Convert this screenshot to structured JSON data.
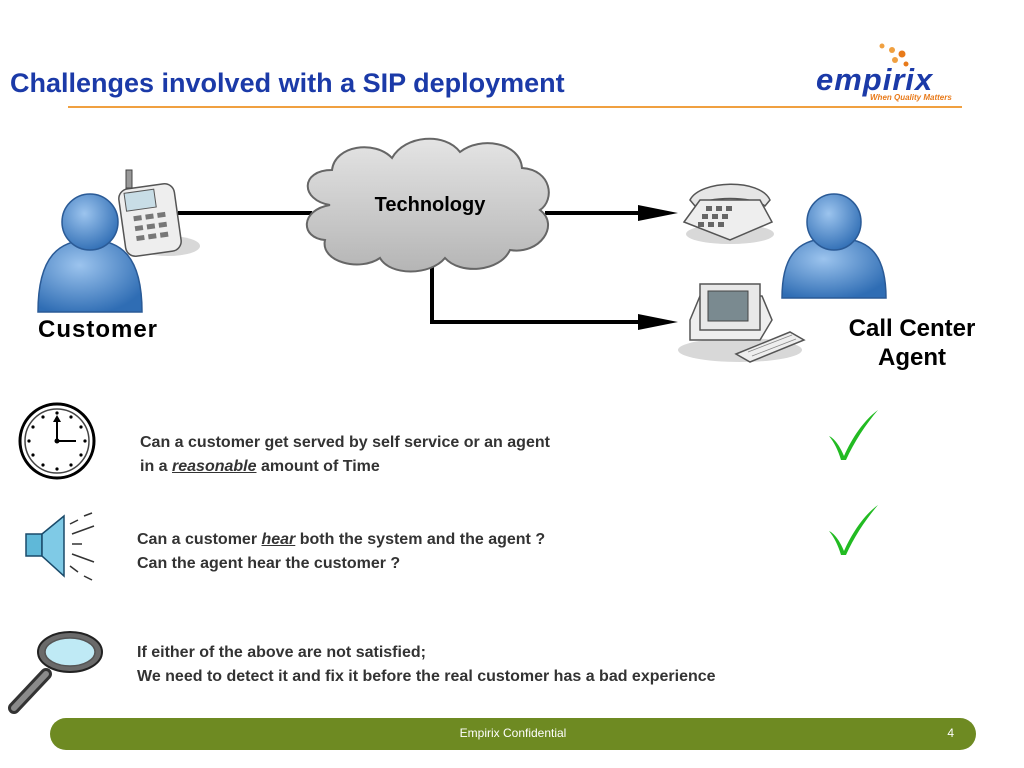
{
  "slide": {
    "title": "Challenges involved with a SIP deployment"
  },
  "logo": {
    "word": "empirix",
    "tagline": "When Quality Matters"
  },
  "diagram": {
    "cloud_label": "Technology",
    "customer_label": "Customer",
    "agent_label_line1": "Call Center",
    "agent_label_line2": "Agent"
  },
  "questions": [
    {
      "line1": "Can a customer get served by self service or an agent",
      "line2_prefix": "in a ",
      "line2_emph": "reasonable",
      "line2_suffix": " amount of Time",
      "icon": "clock-icon",
      "satisfied": true
    },
    {
      "line1_prefix": "Can a customer ",
      "line1_emph": "hear",
      "line1_suffix": " both the system and the agent ?",
      "line2": "Can the agent hear the customer ?",
      "icon": "speaker-icon",
      "satisfied": true
    },
    {
      "line1": "If either of the above are not satisfied;",
      "line2": "We need to detect it and fix it before the real customer has a bad experience",
      "icon": "magnifier-icon"
    }
  ],
  "footer": {
    "text": "Empirix Confidential",
    "page_number": "4"
  },
  "colors": {
    "title": "#1b3aa8",
    "rule": "#f0a040",
    "footer": "#6e8a22",
    "check": "#22bb22",
    "person": "#4a86c8"
  }
}
